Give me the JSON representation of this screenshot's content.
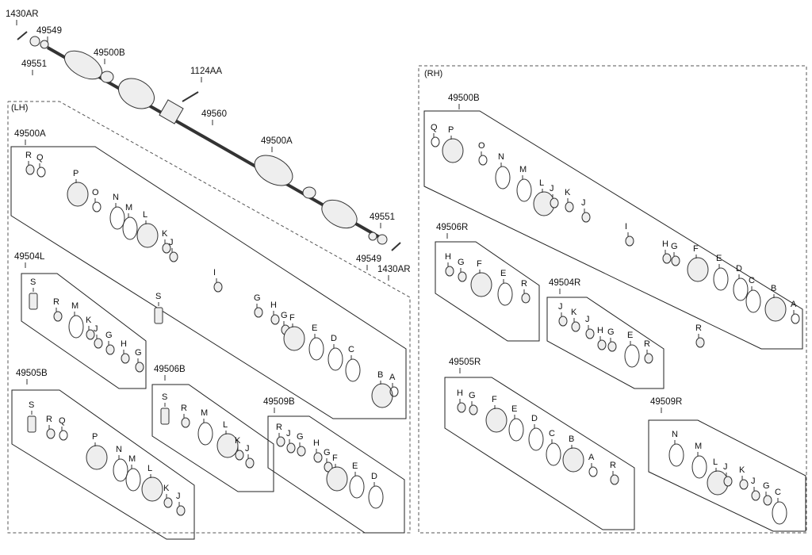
{
  "sections": {
    "lh_title": "(LH)",
    "rh_title": "(RH)"
  },
  "labels": [
    "1430AR",
    "49549",
    "49551",
    "49500B",
    "1124AA",
    "49560",
    "49500A",
    "49551",
    "49549",
    "1430AR",
    "49500A",
    "R",
    "Q",
    "P",
    "O",
    "N",
    "M",
    "L",
    "K",
    "J",
    "I",
    "S",
    "G",
    "H",
    "G",
    "F",
    "E",
    "D",
    "C",
    "B",
    "A",
    "49504L",
    "S",
    "R",
    "M",
    "K",
    "J",
    "G",
    "H",
    "G",
    "49505B",
    "S",
    "R",
    "Q",
    "P",
    "N",
    "M",
    "L",
    "K",
    "J",
    "49506B",
    "S",
    "R",
    "M",
    "L",
    "K",
    "J",
    "49509B",
    "R",
    "J",
    "G",
    "H",
    "G",
    "F",
    "E",
    "D",
    "49500B",
    "Q",
    "P",
    "O",
    "N",
    "M",
    "L",
    "J",
    "K",
    "J",
    "I",
    "H",
    "G",
    "F",
    "E",
    "D",
    "C",
    "B",
    "R",
    "A",
    "49506R",
    "H",
    "G",
    "F",
    "E",
    "R",
    "49504R",
    "J",
    "K",
    "J",
    "H",
    "G",
    "E",
    "R",
    "49505R",
    "H",
    "G",
    "F",
    "E",
    "D",
    "C",
    "B",
    "A",
    "R",
    "49509R",
    "N",
    "M",
    "L",
    "J",
    "K",
    "J",
    "G",
    "C"
  ],
  "colors": {
    "line": "#222222",
    "part_fill": "#e6e6e6",
    "part_stroke": "#333333"
  }
}
